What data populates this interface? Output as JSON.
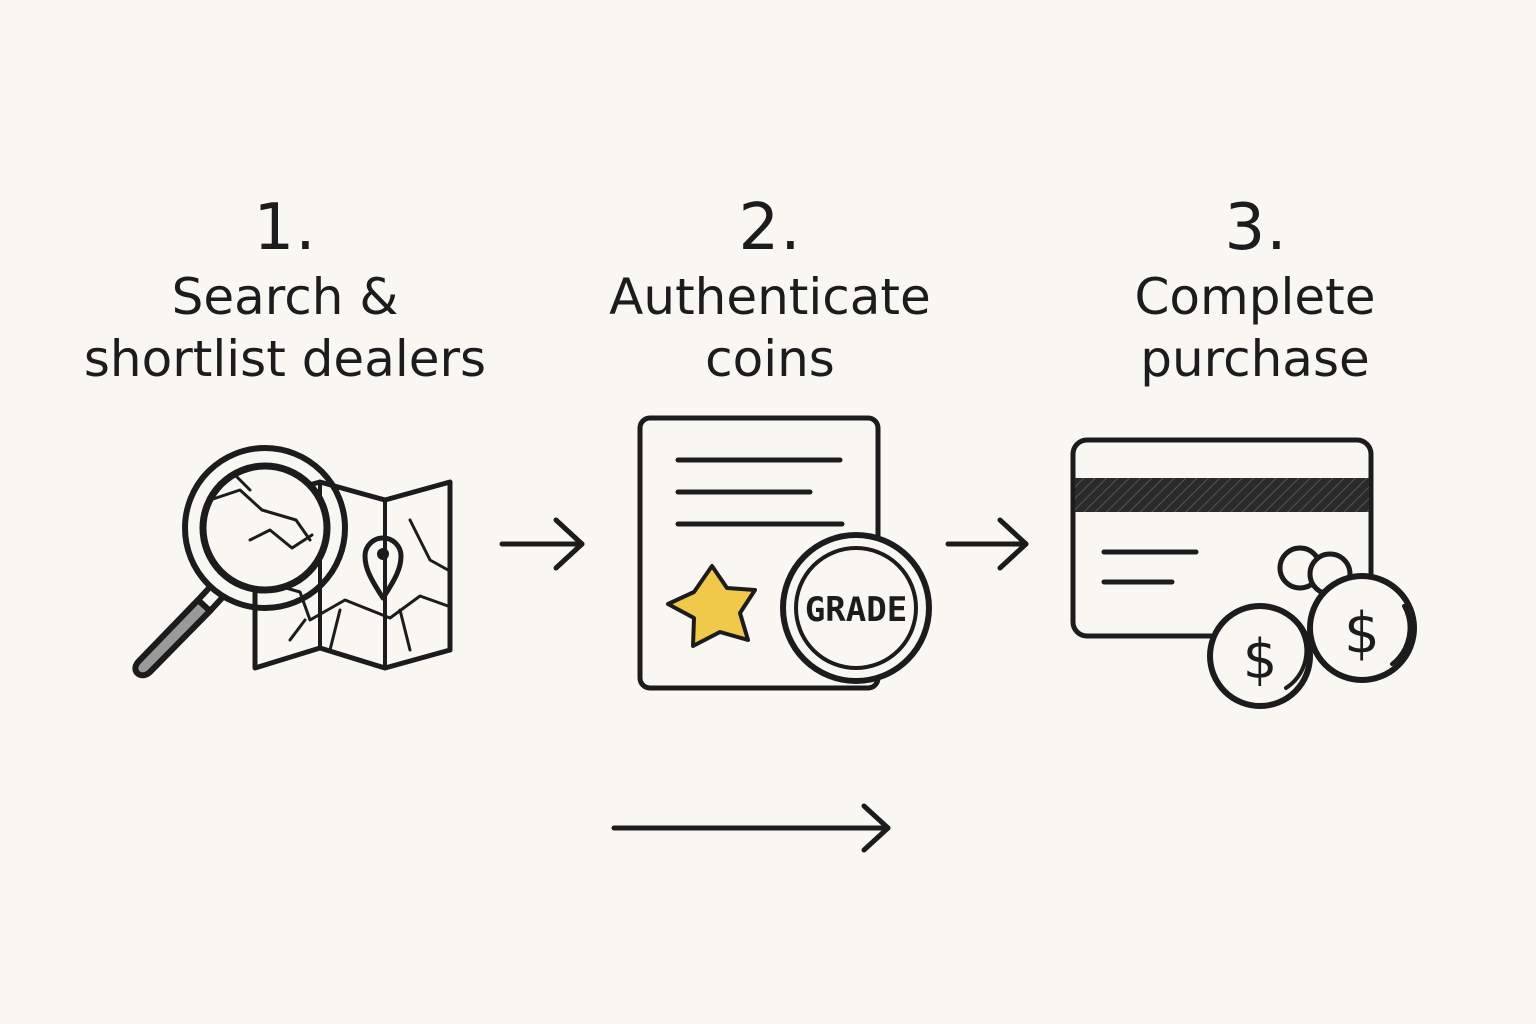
{
  "steps": [
    {
      "number": "1.",
      "label_lines": [
        "Search &",
        "shortlist dealers"
      ]
    },
    {
      "number": "2.",
      "label_lines": [
        "Authenticate",
        "coins"
      ]
    },
    {
      "number": "3.",
      "label_lines": [
        "Complete",
        "purchase"
      ]
    }
  ],
  "badge": {
    "text": "GRADE"
  },
  "currency_symbol": "$",
  "icons": {
    "step1": "magnifier-over-map-with-pin-icon",
    "step2": "certificate-with-star-seal-and-grade-coin-icon",
    "step3": "credit-card-with-coins-icon"
  },
  "colors": {
    "background": "#f8f7f2",
    "ink": "#1c1c1c",
    "seal_gold": "#f0c94a",
    "handle_gray": "#9a9a9a"
  }
}
